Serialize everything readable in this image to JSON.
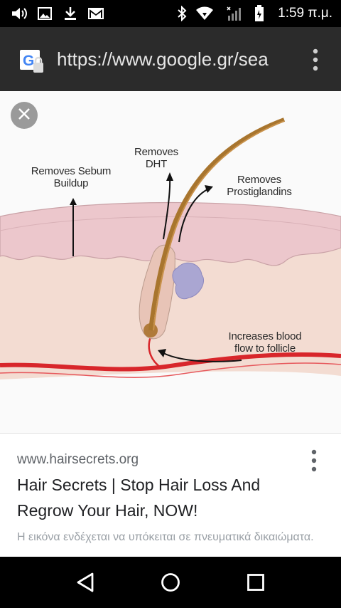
{
  "status_bar": {
    "time": "1:59 π.μ.",
    "icons": [
      "volume-icon",
      "image-icon",
      "download-icon",
      "gmail-icon",
      "bluetooth-icon",
      "wifi-icon",
      "signal-icon",
      "battery-icon"
    ]
  },
  "browser": {
    "url": "https://www.google.gr/sea",
    "favicon": "google-lock-icon",
    "menu": "overflow-menu-icon"
  },
  "image": {
    "labels": {
      "sebum": [
        "Removes Sebum",
        "Buildup"
      ],
      "dht": [
        "Removes",
        "DHT"
      ],
      "prost": [
        "Removes",
        "Prostiglandins"
      ],
      "blood": [
        "Increases blood",
        "flow to follicle"
      ]
    }
  },
  "result": {
    "site": "www.hairsecrets.org",
    "title": "Hair Secrets | Stop Hair Loss And Regrow Your Hair, NOW!",
    "notice": "Η εικόνα ενδέχεται να υπόκειται σε πνευματικά δικαιώματα."
  },
  "colors": {
    "status_bg": "#000000",
    "url_bar_bg": "#2b2b2b",
    "blood_vessel": "#d8262b",
    "skin_pink": "#ecc7cc",
    "hair_brown": "#a8752e"
  }
}
